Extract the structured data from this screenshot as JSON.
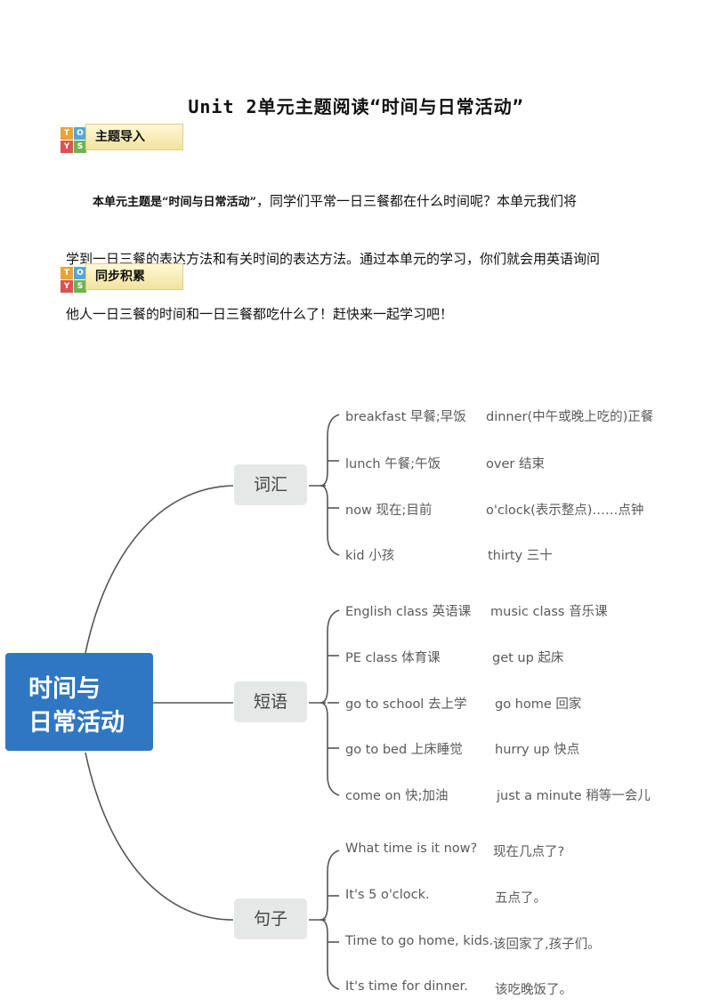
{
  "title": "Unit 2单元主题阅读“时间与日常活动”",
  "badges": {
    "intro": "主题导入",
    "sync": "同步积累",
    "blocks": [
      "T",
      "O",
      "Y",
      "S"
    ]
  },
  "intro": {
    "lead": "本单元主题是“时间与日常活动”",
    "line1_rest": "，同学们平常一日三餐都在什么时间呢？本单元我们将",
    "line2": "学到一日三餐的表达方法和有关时间的表达方法。通过本单元的学习，你们就会用英语询问",
    "line3": "他人一日三餐的时间和一日三餐都吃什么了！赶快来一起学习吧！"
  },
  "mindmap": {
    "root_line1": "时间与",
    "root_line2": "日常活动",
    "branches": [
      {
        "label": "词汇",
        "rows": [
          [
            "breakfast 早餐;早饭",
            "dinner(中午或晚上吃的)正餐"
          ],
          [
            "lunch 午餐;午饭",
            "over 结束"
          ],
          [
            "now 现在;目前",
            "o'clock(表示整点)……点钟"
          ],
          [
            "kid 小孩",
            "thirty 三十"
          ]
        ]
      },
      {
        "label": "短语",
        "rows": [
          [
            "English class 英语课",
            "music class 音乐课"
          ],
          [
            "PE class 体育课",
            "get up 起床"
          ],
          [
            "go to school 去上学",
            "go home 回家"
          ],
          [
            "go to bed 上床睡觉",
            "hurry up 快点"
          ],
          [
            "come on 快;加油",
            "just a minute 稍等一会儿"
          ]
        ]
      },
      {
        "label": "句子",
        "rows": [
          [
            "What time is it now?",
            "现在几点了?"
          ],
          [
            "It's 5 o'clock.",
            "五点了。"
          ],
          [
            "Time to go home, kids.",
            "该回家了,孩子们。"
          ],
          [
            "It's time for dinner.",
            "该吃晚饭了。"
          ]
        ]
      }
    ]
  }
}
